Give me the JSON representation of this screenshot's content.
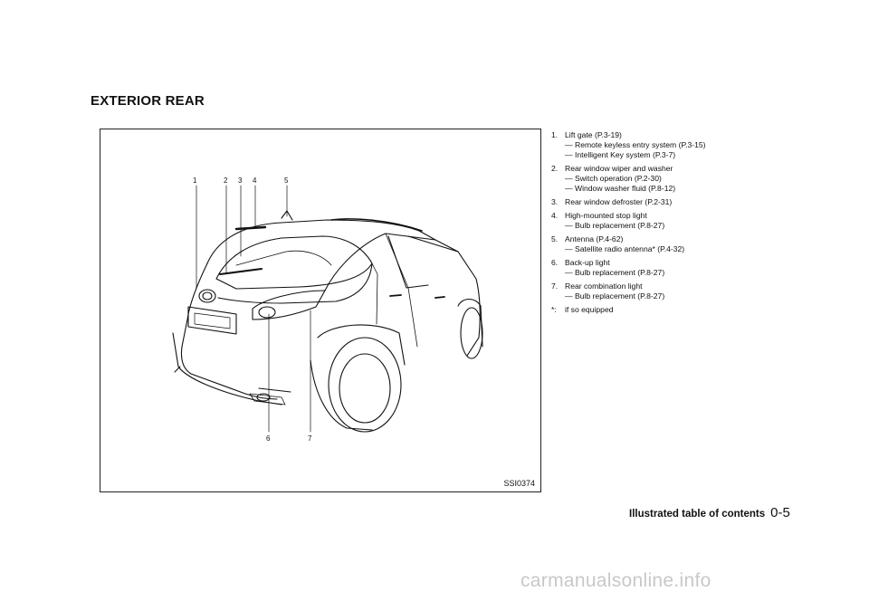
{
  "section_title": "EXTERIOR REAR",
  "figure": {
    "id": "SSI0374",
    "callouts": [
      "1",
      "2",
      "3",
      "4",
      "5",
      "6",
      "7"
    ]
  },
  "legend": [
    {
      "num": "1.",
      "title": "Lift gate (P.3-19)",
      "subs": [
        "— Remote keyless entry system (P.3-15)",
        "— Intelligent Key system (P.3-7)"
      ]
    },
    {
      "num": "2.",
      "title": "Rear window wiper and washer",
      "subs": [
        "— Switch operation (P.2-30)",
        "— Window washer fluid (P.8-12)"
      ]
    },
    {
      "num": "3.",
      "title": "Rear window defroster (P.2-31)",
      "subs": []
    },
    {
      "num": "4.",
      "title": "High-mounted stop light",
      "subs": [
        "— Bulb replacement (P.8-27)"
      ]
    },
    {
      "num": "5.",
      "title": "Antenna (P.4-62)",
      "subs": [
        "— Satellite radio antenna* (P.4-32)"
      ]
    },
    {
      "num": "6.",
      "title": "Back-up light",
      "subs": [
        "— Bulb replacement (P.8-27)"
      ]
    },
    {
      "num": "7.",
      "title": "Rear combination light",
      "subs": [
        "— Bulb replacement (P.8-27)"
      ]
    },
    {
      "num": "*:",
      "title": "if so equipped",
      "subs": []
    }
  ],
  "footer": {
    "label": "Illustrated table of contents",
    "page": "0-5"
  },
  "watermark": "carmanualsonline.info"
}
